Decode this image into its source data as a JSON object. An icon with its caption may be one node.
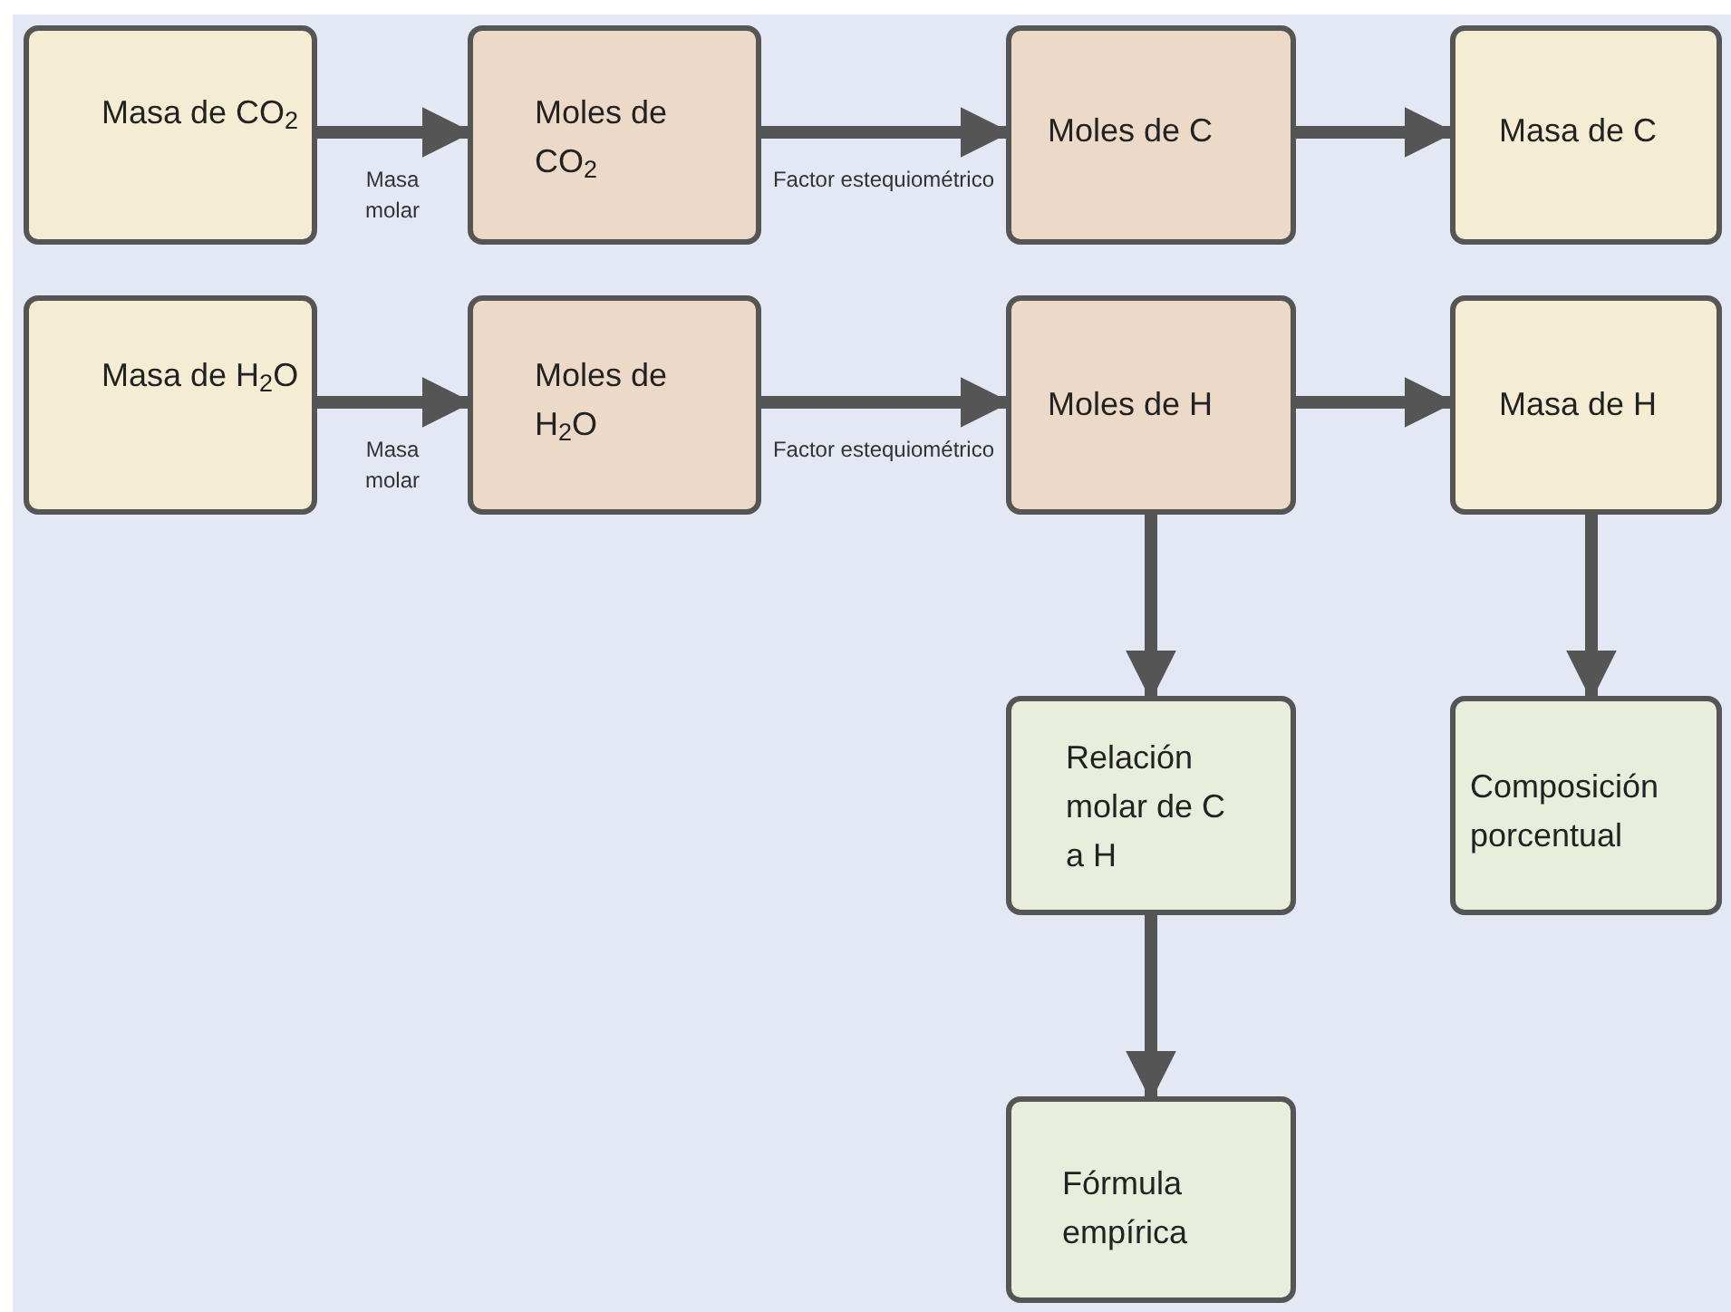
{
  "diagram": {
    "nodes": [
      {
        "text": [
          "Masa de CO$_{2}$"
        ]
      },
      {
        "text": [
          "Moles de CO$_{2}$"
        ]
      },
      {
        "text": [
          "Moles de C"
        ]
      },
      {
        "text": [
          "Masa de C"
        ]
      },
      {
        "text": [
          "Masa de H$_{2}$O"
        ]
      },
      {
        "text": [
          "Moles de H$_{2}$O"
        ]
      },
      {
        "text": [
          "Moles de H"
        ]
      },
      {
        "text": [
          "Masa de H"
        ]
      },
      {
        "text": [
          "Relación molar de C a H"
        ]
      },
      {
        "text": [
          "Composición porcentual"
        ]
      },
      {
        "text": [
          "Fórmula empírica"
        ]
      }
    ],
    "edges": [
      {
        "from": 0,
        "to": 1,
        "arrow": "to",
        "label": "Masa molar"
      },
      {
        "from": 1,
        "to": 2,
        "arrow": "to",
        "label": "Factor estequiométrico"
      },
      {
        "from": 2,
        "to": 3,
        "arrow": "to"
      },
      {
        "from": 4,
        "to": 5,
        "arrow": "to",
        "label": "Masa molar"
      },
      {
        "from": 5,
        "to": 6,
        "arrow": "to",
        "label": "Factor estequiométrico"
      },
      {
        "from": 6,
        "to": 7,
        "arrow": "to"
      },
      {
        "from": 6,
        "to": 8,
        "arrow": "to"
      },
      {
        "from": 7,
        "to": 9,
        "arrow": "to"
      },
      {
        "from": 8,
        "to": 10,
        "arrow": "to"
      }
    ]
  }
}
